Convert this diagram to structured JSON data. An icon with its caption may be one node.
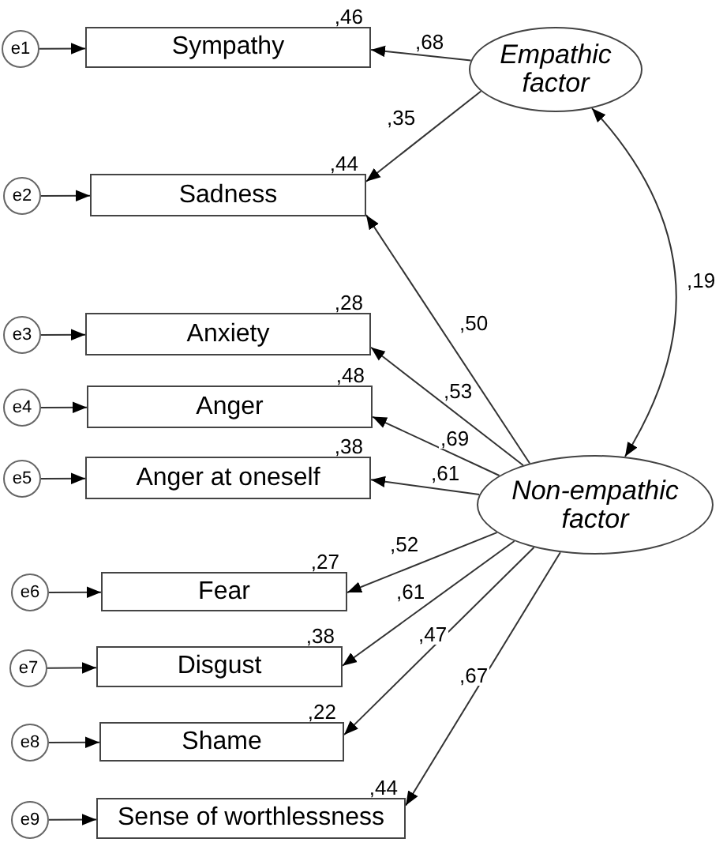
{
  "diagram": {
    "nodes": [
      {
        "text": [
          "e1"
        ]
      },
      {
        "text": [
          "Sympathy"
        ],
        "beside": [
          ",46"
        ]
      },
      {
        "text": [
          "Empathic factor"
        ]
      },
      {
        "text": [
          "e2"
        ]
      },
      {
        "text": [
          "Sadness"
        ],
        "beside": [
          ",44"
        ]
      },
      {
        "text": [
          "e3"
        ]
      },
      {
        "text": [
          "Anxiety"
        ],
        "beside": [
          ",28"
        ]
      },
      {
        "text": [
          "e4"
        ]
      },
      {
        "text": [
          "Anger"
        ],
        "beside": [
          ",48"
        ]
      },
      {
        "text": [
          "e5"
        ]
      },
      {
        "text": [
          "Anger at oneself"
        ],
        "beside": [
          ",38"
        ]
      },
      {
        "text": [
          "Non-empathic factor"
        ]
      },
      {
        "text": [
          "e6"
        ]
      },
      {
        "text": [
          "Fear"
        ],
        "beside": [
          ",27"
        ]
      },
      {
        "text": [
          "e7"
        ]
      },
      {
        "text": [
          "Disgust"
        ],
        "beside": [
          ",38"
        ]
      },
      {
        "text": [
          "e8"
        ]
      },
      {
        "text": [
          "Shame"
        ],
        "beside": [
          ",22"
        ]
      },
      {
        "text": [
          "e9"
        ]
      },
      {
        "text": [
          "Sense of worthlessness"
        ],
        "beside": [
          ",44"
        ]
      }
    ],
    "edges": [
      {
        "from": 0,
        "to": 1,
        "arrow": "to"
      },
      {
        "from": 2,
        "to": 1,
        "arrow": "to",
        "label": ",68"
      },
      {
        "from": 2,
        "to": 4,
        "arrow": "to",
        "label": ",35"
      },
      {
        "from": 3,
        "to": 4,
        "arrow": "to"
      },
      {
        "from": 11,
        "to": 4,
        "arrow": "to",
        "label": ",50"
      },
      {
        "from": 5,
        "to": 6,
        "arrow": "to"
      },
      {
        "from": 11,
        "to": 6,
        "arrow": "to",
        "label": ",53"
      },
      {
        "from": 7,
        "to": 8,
        "arrow": "to"
      },
      {
        "from": 11,
        "to": 8,
        "arrow": "to",
        "label": ",69"
      },
      {
        "from": 9,
        "to": 10,
        "arrow": "to"
      },
      {
        "from": 11,
        "to": 10,
        "arrow": "to",
        "label": ",61"
      },
      {
        "from": 2,
        "to": 11,
        "arrow": "both",
        "label": ",19"
      },
      {
        "from": 12,
        "to": 13,
        "arrow": "to"
      },
      {
        "from": 11,
        "to": 13,
        "arrow": "to",
        "label": ",52"
      },
      {
        "from": 14,
        "to": 15,
        "arrow": "to"
      },
      {
        "from": 11,
        "to": 15,
        "arrow": "to",
        "label": ",61"
      },
      {
        "from": 16,
        "to": 17,
        "arrow": "to"
      },
      {
        "from": 11,
        "to": 17,
        "arrow": "to",
        "label": ",47"
      },
      {
        "from": 18,
        "to": 19,
        "arrow": "to"
      },
      {
        "from": 11,
        "to": 19,
        "arrow": "to",
        "label": ",67"
      }
    ]
  }
}
